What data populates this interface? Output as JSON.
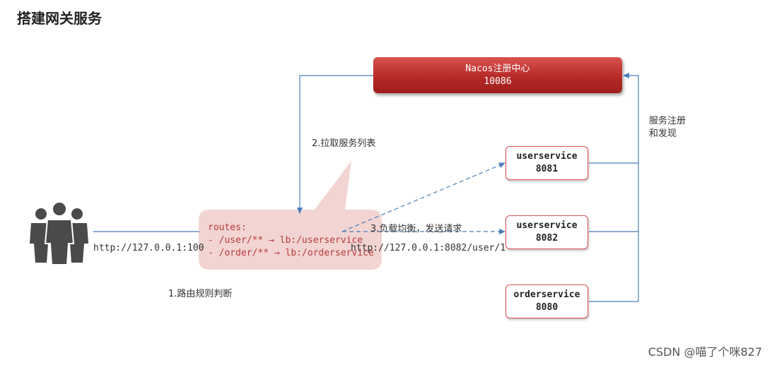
{
  "title": "搭建网关服务",
  "nacos": {
    "name": "Nacos注册中心",
    "port": "10086"
  },
  "services": [
    {
      "name": "userservice",
      "port": "8081"
    },
    {
      "name": "userservice",
      "port": "8082"
    },
    {
      "name": "orderservice",
      "port": "8080"
    }
  ],
  "labels": {
    "pull_list": "2.拉取服务列表",
    "register": "服务注册",
    "discover": "和发现",
    "load_balance": "3.负载均衡，发送请求",
    "client_url": "http://127.0.0.1:100",
    "service_url": "http://127.0.0.1:8082/user/1",
    "route_rule": "1.路由规则判断"
  },
  "routes": {
    "header": "routes:",
    "line1": "- /user/** → lb:/userservice",
    "line2": "- /order/** → lb:/orderservice"
  },
  "colors": {
    "arrow": "#4a7ebb",
    "bubble": "#f2d4d2",
    "box_border": "#d9534f",
    "nacos": "#c0392b"
  },
  "watermark": "CSDN @喵了个咪827"
}
